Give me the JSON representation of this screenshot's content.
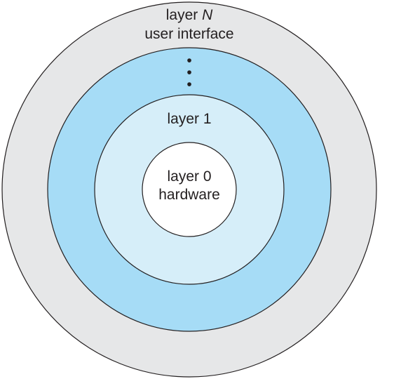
{
  "diagram": {
    "layers": [
      {
        "id": "outer",
        "line1_prefix": "layer ",
        "line1_variable": "N",
        "line2": "user interface",
        "fill": "#e6e7e8"
      },
      {
        "id": "middle",
        "ellipsis": [
          "•",
          "•",
          "•"
        ],
        "fill": "#a6dcf6"
      },
      {
        "id": "layer1",
        "label": "layer 1",
        "fill": "#d6eef9"
      },
      {
        "id": "layer0",
        "line1": "layer 0",
        "line2": "hardware",
        "fill": "#ffffff"
      }
    ],
    "stroke_color": "#231f20"
  }
}
